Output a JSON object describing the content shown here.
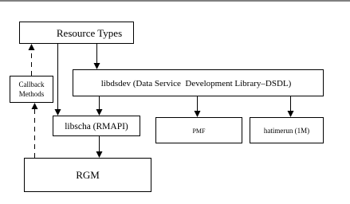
{
  "diagram": {
    "nodes": {
      "resource_types": "Resource Types",
      "callback_methods_line1": "Callback",
      "callback_methods_line2": "Methods",
      "libdsdev": "libdsdev (Data Service  Development Library–DSDL)",
      "libscha": "libscha (RMAPI)",
      "pmf": "PMF",
      "hatimerun": "hatimerun (1M)",
      "rgm": "RGM"
    },
    "colors": {
      "stroke": "#000000",
      "background": "#ffffff"
    }
  }
}
